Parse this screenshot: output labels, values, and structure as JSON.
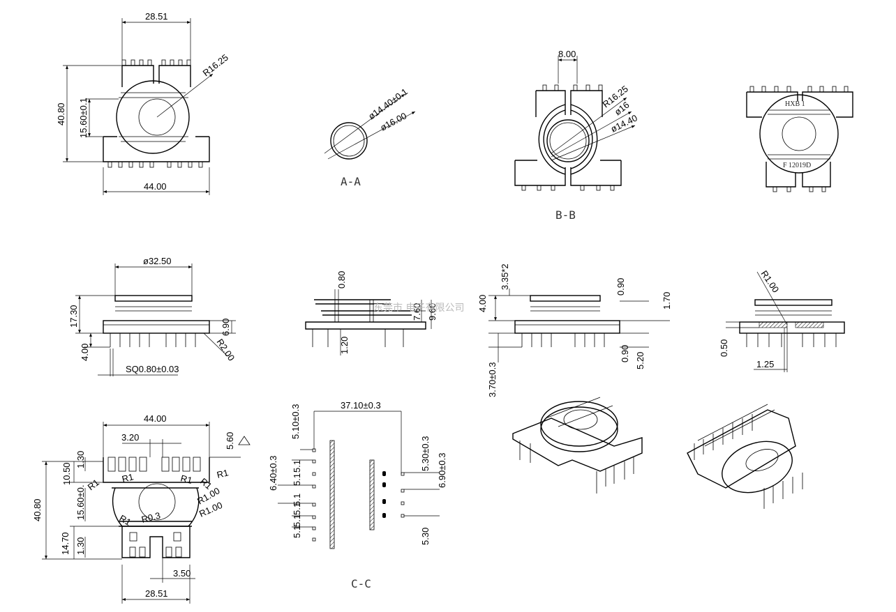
{
  "drawing": {
    "top_view": {
      "dim_width_top": "28.51",
      "dim_radius": "R16.25",
      "dim_height": "40.80",
      "dim_inner_height": "15.60±0.1",
      "dim_width_bottom": "44.00"
    },
    "section_aa": {
      "dim_inner_dia": "ø14.40±0.1",
      "dim_outer_dia": "ø16.00",
      "label": "A-A"
    },
    "section_bb": {
      "dim_slot": "8.00",
      "dim_radius": "R16.25",
      "dim_dia1": "ø16",
      "dim_dia2": "ø14.40",
      "label": "B-B"
    },
    "marked_view": {
      "marking_top": "HXB  1",
      "marking_bottom": "F  12019D"
    },
    "side_view_1": {
      "dim_flange": "ø32.50",
      "dim_height": "17.30",
      "dim_base": "6.90",
      "dim_pin_len": "4.00",
      "dim_radius": "R2.00",
      "dim_pin_sq": "SQ0.80±0.03"
    },
    "side_view_2": {
      "dim_top": "0.80",
      "dim_a": "7.60",
      "dim_b": "9.60",
      "dim_c": "1.20"
    },
    "side_view_3": {
      "dim_a": "4.00",
      "dim_b": "3.35*2",
      "dim_c": "0.90",
      "dim_d": "1.70",
      "dim_e": "0.90",
      "dim_f": "5.20",
      "dim_g": "3.70±0.3"
    },
    "side_view_4": {
      "dim_radius": "R1.00",
      "dim_a": "0.50",
      "dim_b": "1.25"
    },
    "bottom_view": {
      "dim_width": "44.00",
      "dim_slot": "3.20",
      "dim_a": "5.60",
      "dim_b": "1.30",
      "dim_c": "10.50",
      "dim_d": "40.80",
      "dim_e": "15.60±0.",
      "dim_f": "14.70",
      "dim_g": "1.30",
      "dim_r1a": "R1",
      "dim_r1b": "R1",
      "dim_r1c": "R1",
      "dim_r1d": "R1",
      "dim_r1e": "R1",
      "dim_r1f": "R1",
      "dim_r03": "R0.3",
      "dim_r100a": "R1.00",
      "dim_r100b": "R1.00",
      "dim_h": "3.50",
      "dim_width_bottom": "28.51"
    },
    "section_cc": {
      "dim_span": "37.10±0.3",
      "dim_a": "5.10±0.3",
      "dim_b": "6.40±0.3",
      "dim_pitch_1": "5.1",
      "dim_pitch_2": "5.1",
      "dim_pitch_3": "5.1",
      "dim_pitch_4": "5.1",
      "dim_pitch_5": "5.1",
      "dim_pitch_6": "5.1",
      "dim_c": "5.30±0.3",
      "dim_d": "6.90±0.3",
      "dim_e": "5.30",
      "label": "C-C"
    },
    "watermark": "东莞市 电子有限公司"
  }
}
